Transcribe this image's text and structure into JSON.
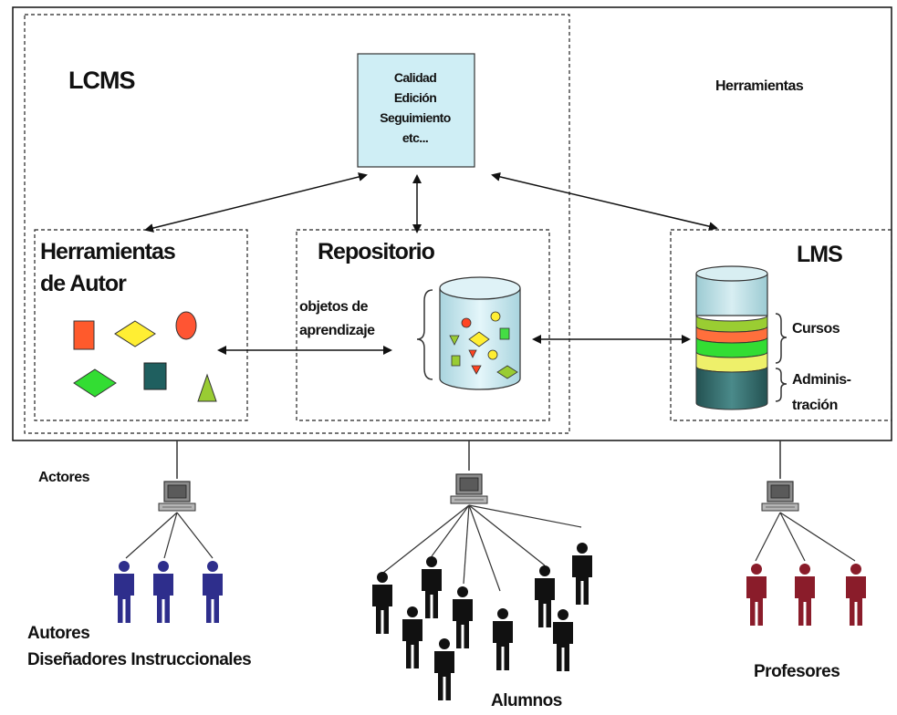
{
  "labels": {
    "lcms": "LCMS",
    "herramientas": "Herramientas",
    "herramientas_autor_line1": "Herramientas",
    "herramientas_autor_line2": "de Autor",
    "repositorio": "Repositorio",
    "lms": "LMS",
    "objetos_line1": "objetos de",
    "objetos_line2": "aprendizaje",
    "cursos": "Cursos",
    "administracion_line1": "Adminis-",
    "administracion_line2": "tración",
    "actores": "Actores",
    "autores_line1": "Autores",
    "autores_line2": "Diseñadores Instruccionales",
    "alumnos": "Alumnos",
    "profesores": "Profesores"
  },
  "top_box": [
    "Calidad",
    "Edición",
    "Seguimiento",
    "etc..."
  ],
  "colors": {
    "authors": "#2e2e8c",
    "students": "#111111",
    "teachers": "#8a1c2a",
    "top_box_fill": "#cfeef5",
    "lms_top": "#bfe0e6",
    "lms_stripe_1": "#9acd32",
    "lms_stripe_2": "#ff6f3c",
    "lms_stripe_3": "#33dd33",
    "lms_stripe_4": "#eef06a",
    "lms_bottom": "#2f6666",
    "repo_fill": "#cfe9f0"
  },
  "icons": {
    "author_shapes": [
      "orange-rectangle",
      "yellow-diamond",
      "red-ellipse",
      "green-diamond",
      "teal-square",
      "green-triangle"
    ],
    "actors": [
      "author-person-icon",
      "student-person-icon",
      "teacher-person-icon"
    ],
    "terminals": [
      "computer-terminal-icon"
    ]
  }
}
